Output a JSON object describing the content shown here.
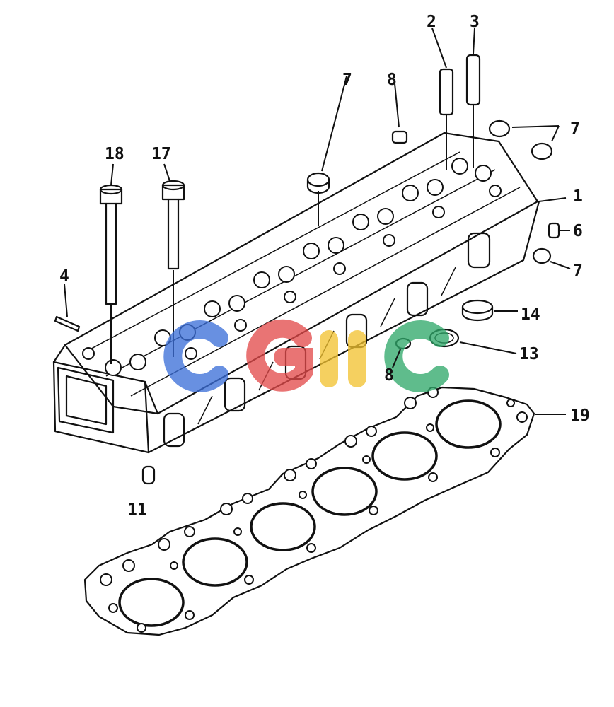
{
  "callouts": {
    "c1": "1",
    "c2": "2",
    "c3": "3",
    "c4": "4",
    "c6": "6",
    "c7a": "7",
    "c7b": "7",
    "c7c": "7",
    "c8a": "8",
    "c8b": "8",
    "c11": "11",
    "c13": "13",
    "c14": "14",
    "c17": "17",
    "c18": "18",
    "c19": "19"
  },
  "watermark": {
    "colors": [
      "#3b6fd8",
      "#e24a4a",
      "#f2c230",
      "#2fa86a"
    ]
  },
  "colors": {
    "ink": "#111111",
    "paper": "#ffffff"
  }
}
